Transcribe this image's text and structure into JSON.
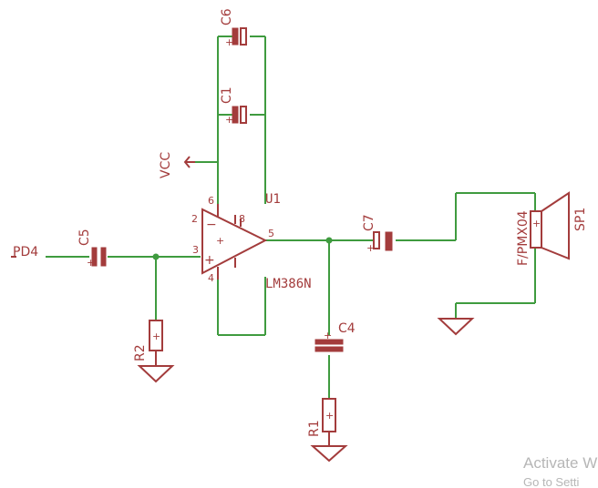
{
  "labels": {
    "c6": "C6",
    "c1": "C1",
    "vcc": "VCC",
    "u1": "U1",
    "pd4": "PD4",
    "c5": "C5",
    "r2": "R2",
    "ic": "LM386N",
    "c7": "C7",
    "c4": "C4",
    "r1": "R1",
    "sp_part": "F/PMX04",
    "sp1": "SP1"
  },
  "pins": {
    "p2": "2",
    "p3": "3",
    "p4": "4",
    "p5": "5",
    "p6": "6",
    "p8": "8",
    "minus": "−",
    "plus": "+"
  },
  "polarity": "+",
  "watermark": {
    "line1": "Activate W",
    "line2": "Go to Setti"
  },
  "colors": {
    "wire": "#3f9b3f",
    "component": "#a33c3c",
    "watermark": "#b6b6b6"
  }
}
